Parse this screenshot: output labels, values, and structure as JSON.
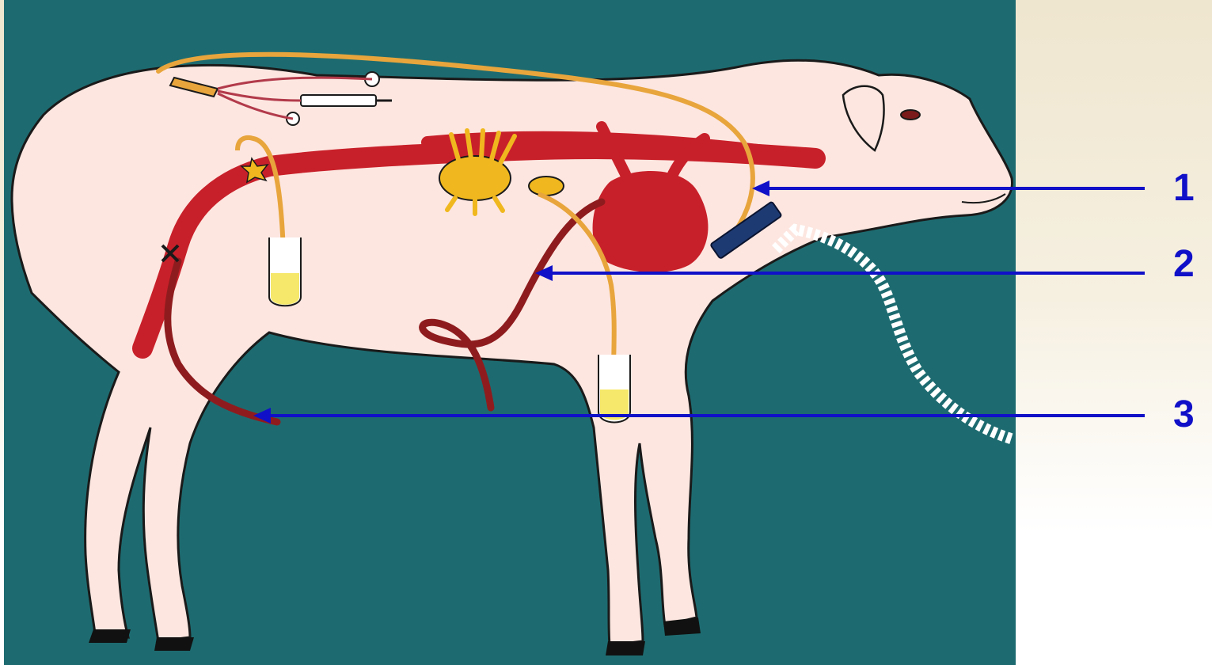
{
  "labels": [
    {
      "id": "1",
      "text": "1"
    },
    {
      "id": "2",
      "text": "2"
    },
    {
      "id": "3",
      "text": "3"
    }
  ],
  "colors": {
    "background_panel": "#1d6b70",
    "slide_background": "#efe6cf",
    "sheep_body": "#fde6e0",
    "outline": "#1a1a1a",
    "blood_vessel": "#c8202a",
    "catheter": "#e8a53c",
    "nerve_plexus": "#f0b81e",
    "collection_fluid": "#f6e86a",
    "electrode_pad": "#1e3a73",
    "cable": "#ffffff",
    "arrow": "#1010c8"
  },
  "icons": {
    "syringe": "syringe-icon",
    "test_tube": "test-tube-icon",
    "stopcock": "stopcock-icon"
  }
}
